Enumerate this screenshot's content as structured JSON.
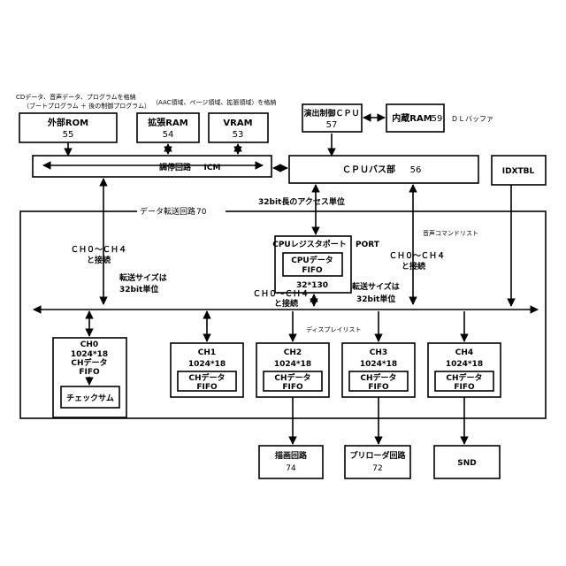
{
  "annotations": {
    "cd_data": "CDデータ、音声データ、プログラムを格納",
    "boot_program": "（ブートプログラム ＋ 後の制御プログラム）",
    "aac_area": "（AAC領域、ページ領域、拡張領域）を格納",
    "dl_buffer": "ＤＬバッファ",
    "access_unit": "32bit長のアクセス単位",
    "audio_cmd_list": "音声コマンドリスト",
    "display_list": "ディスプレイリスト",
    "ch_left_1": "ＣＨ０～ＣＨ４",
    "ch_left_2": "と接続",
    "ch_right_1": "ＣＨ０～ＣＨ４",
    "ch_right_2": "と接続",
    "ch_mid_1": "ＣＨ０～ＣＨ４",
    "ch_mid_2": "と接続",
    "size_left_1": "転送サイズは",
    "size_left_2": "32bit単位",
    "size_right_1": "転送サイズは",
    "size_right_2": "32bit単位"
  },
  "blocks": {
    "ext_rom": {
      "label": "外部ROM",
      "num": "55"
    },
    "ext_ram": {
      "label": "拡張RAM",
      "num": "54"
    },
    "vram": {
      "label": "VRAM",
      "num": "53"
    },
    "exec_cpu": {
      "label": "演出制御ＣＰＵ",
      "num": "57"
    },
    "int_ram": {
      "label": "内蔵RAM",
      "num": "59"
    },
    "arb": {
      "label": "調停回路",
      "num": "ICM"
    },
    "cpu_bus": {
      "label": "ＣＰＵバス部",
      "num": "56"
    },
    "idxtbl": {
      "label": "IDXTBL"
    },
    "dma": {
      "label": "データ転送回路",
      "num": "70"
    },
    "cpu_reg": {
      "label": "CPUレジスタポート",
      "port": "PORT",
      "fifo_l1": "CPUデータ",
      "fifo_l2": "FIFO",
      "size": "32*130"
    },
    "ch0": {
      "name": "CH0",
      "size": "1024*18",
      "fifo_l1": "CHデータ",
      "fifo_l2": "FIFO",
      "checksum": "チェックサム"
    },
    "ch1": {
      "name": "CH1",
      "size": "1024*18",
      "fifo_l1": "CHデータ",
      "fifo_l2": "FIFO"
    },
    "ch2": {
      "name": "CH2",
      "size": "1024*18",
      "fifo_l1": "CHデータ",
      "fifo_l2": "FIFO"
    },
    "ch3": {
      "name": "CH3",
      "size": "1024*18",
      "fifo_l1": "CHデータ",
      "fifo_l2": "FIFO"
    },
    "ch4": {
      "name": "CH4",
      "size": "1024*18",
      "fifo_l1": "CHデータ",
      "fifo_l2": "FIFO"
    },
    "draw": {
      "label": "描画回路",
      "num": "74"
    },
    "preloader": {
      "label": "プリローダ回路",
      "num": "72"
    },
    "snd": {
      "label": "SND"
    }
  }
}
